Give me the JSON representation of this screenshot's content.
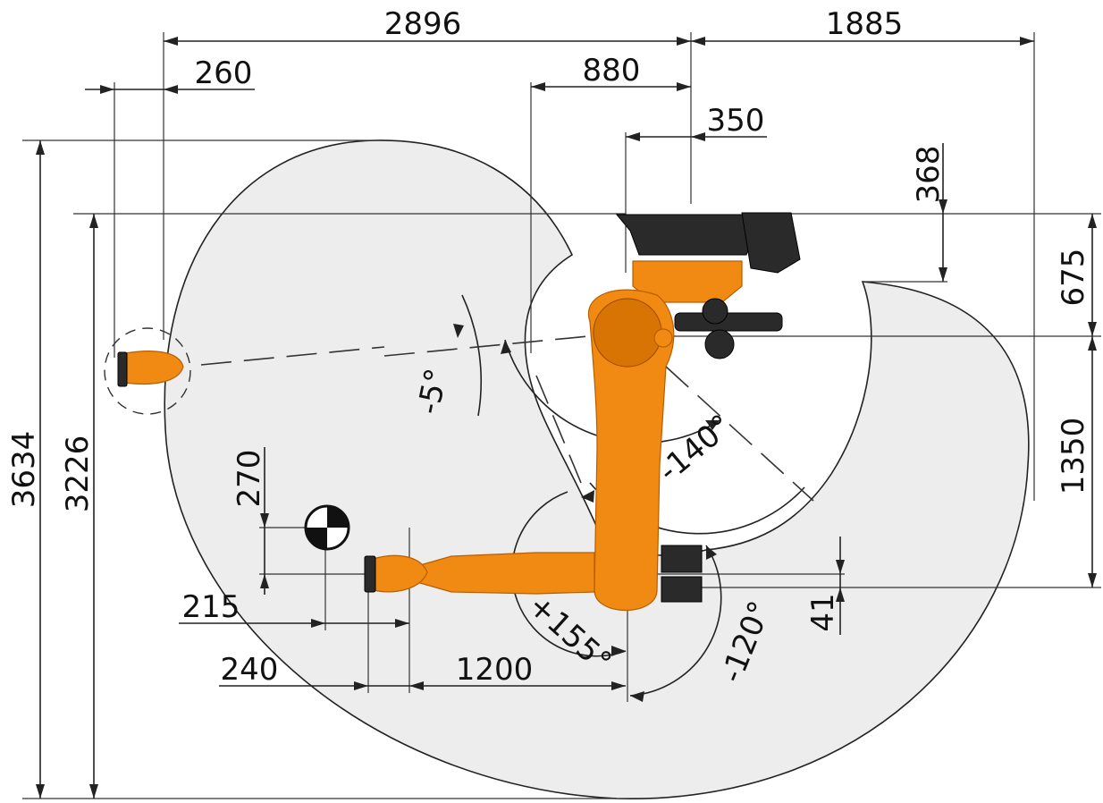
{
  "dimensions": {
    "width_total_left": "2896",
    "width_right": "1885",
    "offset_260": "260",
    "offset_880": "880",
    "offset_350": "350",
    "height_368": "368",
    "height_675": "675",
    "height_1350": "1350",
    "height_3634": "3634",
    "height_3226": "3226",
    "offset_270": "270",
    "offset_215": "215",
    "offset_240": "240",
    "length_1200": "1200",
    "offset_41": "41"
  },
  "angles": {
    "a_minus5": "-5°",
    "a_minus140": "-140°",
    "a_plus155": "+155°",
    "a_minus120": "-120°"
  },
  "colors": {
    "robot_orange": "#f08a12",
    "envelope_fill": "#ededed",
    "counterweight": "#2a2a2a"
  },
  "icons": {
    "center_of_gravity": "cog-symbol-icon"
  }
}
